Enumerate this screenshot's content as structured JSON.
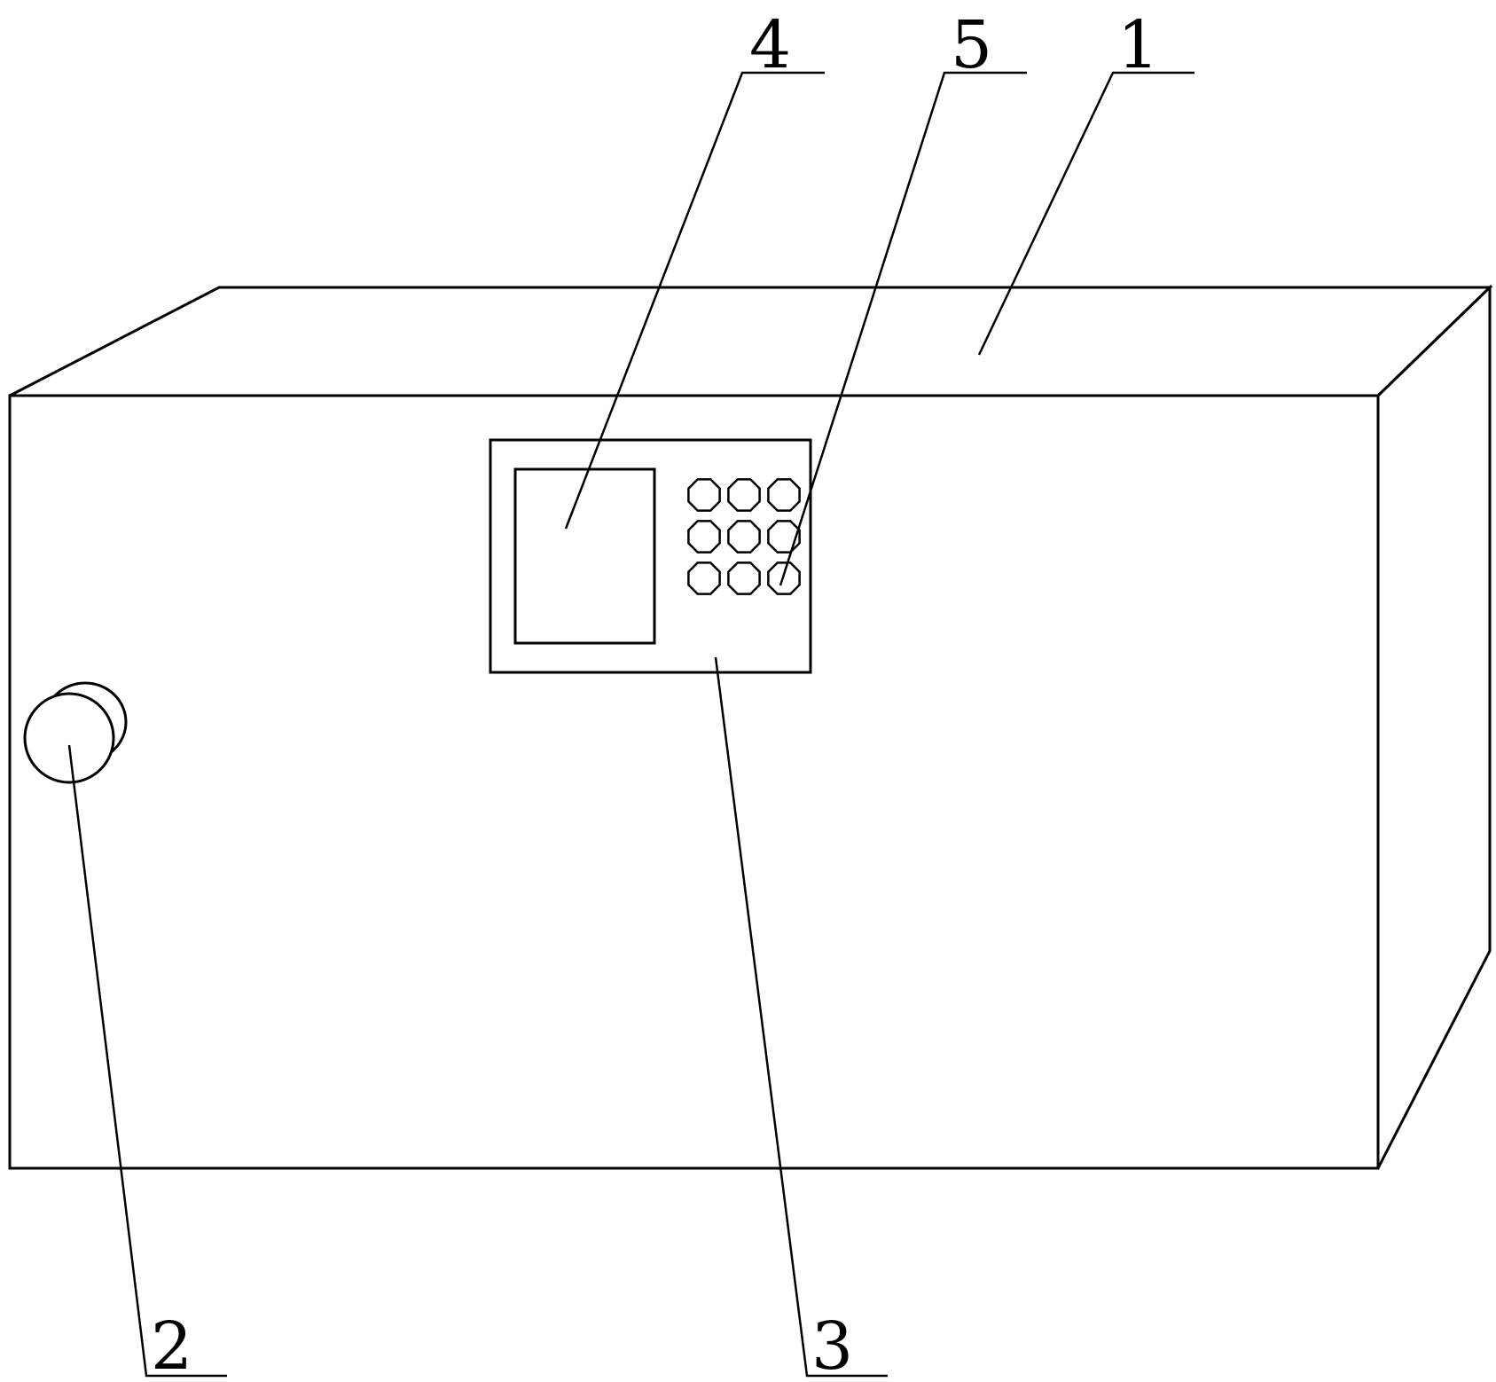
{
  "figure": {
    "labels": {
      "housing": "1",
      "knob": "2",
      "control_panel": "3",
      "display_screen": "4",
      "keypad_button": "5"
    },
    "keypad": {
      "rows": 3,
      "columns": 3
    },
    "colors": {
      "line": "#000000",
      "background": "#ffffff"
    }
  }
}
